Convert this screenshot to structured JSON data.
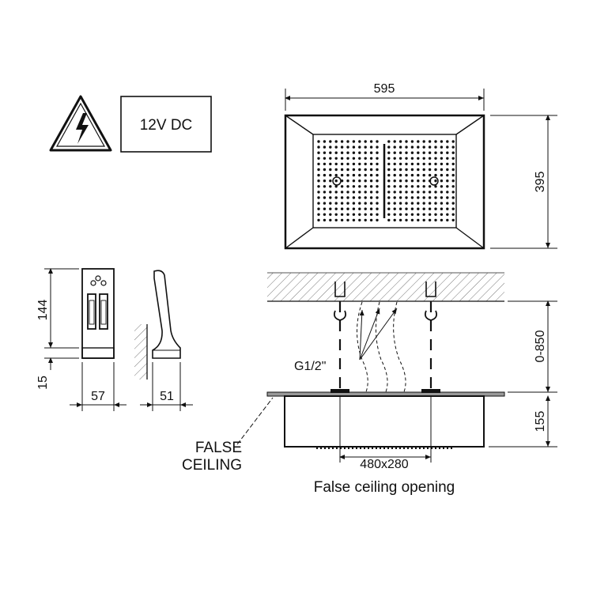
{
  "voltage_label": "12V DC",
  "top_view": {
    "width": "595",
    "height": "395"
  },
  "remote": {
    "height_main": "144",
    "height_base": "15",
    "width": "57",
    "depth": "51"
  },
  "install": {
    "drop_range": "0-850",
    "body_height": "155",
    "thread": "G1/2\"",
    "opening": "480x280",
    "opening_caption": "False ceiling opening",
    "false_ceiling_line1": "FALSE",
    "false_ceiling_line2": "CEILING"
  },
  "colors": {
    "line": "#111111",
    "background": "#ffffff"
  }
}
